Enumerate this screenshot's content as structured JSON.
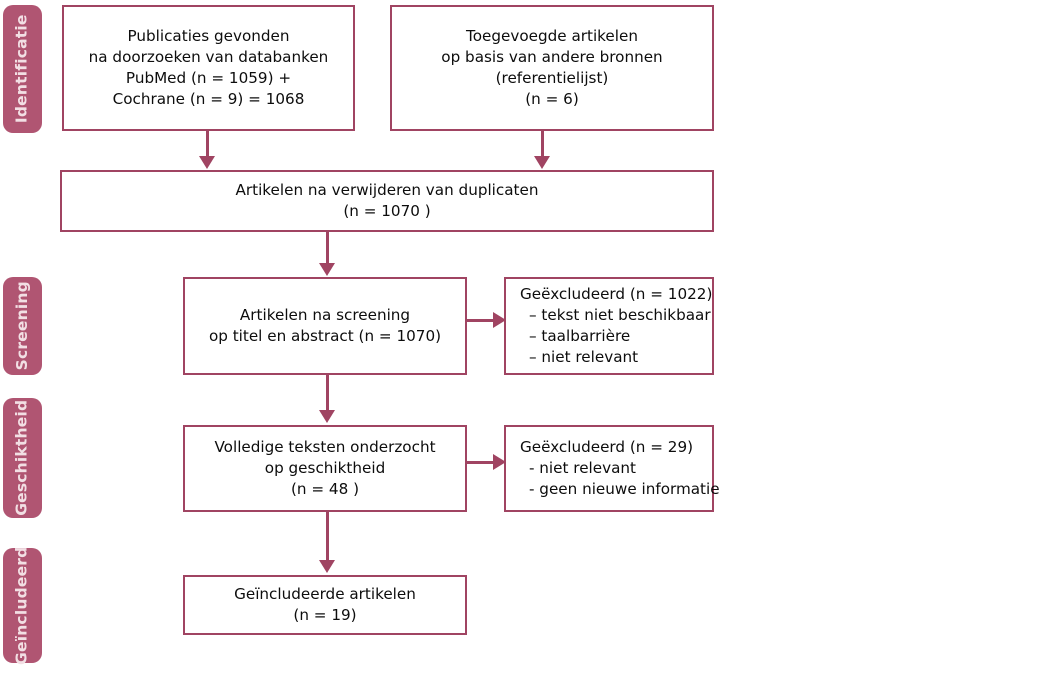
{
  "diagram": {
    "title": "PRISMA flow diagram",
    "language": "nl",
    "colors": {
      "stage_tab_fill": "#b05572",
      "stage_tab_text": "#f2dfe4",
      "box_border": "#a04462",
      "box_fill": "#ffffff",
      "connector": "#a04462",
      "text": "#0d0d0d"
    }
  },
  "stages": [
    {
      "id": "identification",
      "label": "Identificatie"
    },
    {
      "id": "screening",
      "label": "Screening"
    },
    {
      "id": "eligibility",
      "label": "Geschiktheid"
    },
    {
      "id": "included",
      "label": "Geïncludeerd"
    }
  ],
  "boxes": {
    "records_databases": {
      "lines": [
        "Publicaties gevonden",
        "na doorzoeken van databanken",
        "PubMed (n = 1059) +",
        "Cochrane (n = 9) = 1068"
      ]
    },
    "records_other_sources": {
      "lines": [
        "Toegevoegde artikelen",
        "op basis van andere bronnen",
        "(referentielijst)",
        "(n = 6)"
      ]
    },
    "after_duplicates": {
      "lines": [
        "Artikelen na verwijderen van duplicaten",
        "(n = 1070 )"
      ]
    },
    "screened": {
      "lines": [
        "Artikelen na screening",
        "op titel en abstract (n = 1070)"
      ]
    },
    "excluded_screening": {
      "heading": "Geëxcludeerd (n = 1022)",
      "reasons": [
        "– tekst niet beschikbaar",
        "– taalbarrière",
        "– niet relevant"
      ]
    },
    "fulltext_assessed": {
      "lines": [
        "Volledige teksten onderzocht",
        "op geschiktheid",
        "(n =  48 )"
      ]
    },
    "excluded_fulltext": {
      "heading": "Geëxcludeerd (n = 29)",
      "reasons": [
        "- niet relevant",
        "- geen nieuwe informatie"
      ]
    },
    "included_studies": {
      "lines": [
        "Geïncludeerde artikelen",
        "(n = 19)"
      ]
    }
  },
  "counts": {
    "pubmed": 1059,
    "cochrane": 9,
    "databases_total": 1068,
    "other_sources": 6,
    "after_duplicates": 1070,
    "screened": 1070,
    "excluded_screening": 1022,
    "fulltext_assessed": 48,
    "excluded_fulltext": 29,
    "included": 19
  }
}
